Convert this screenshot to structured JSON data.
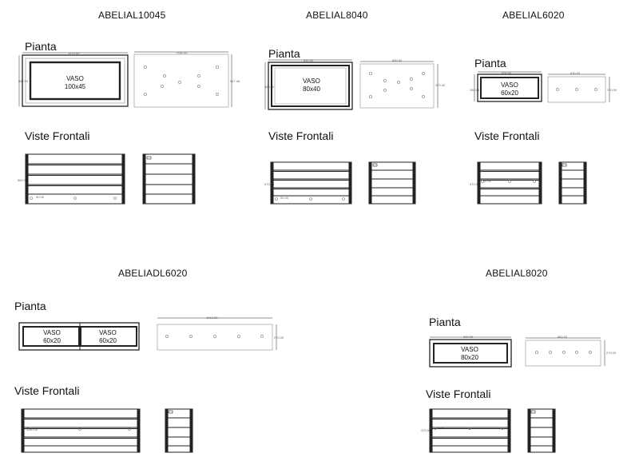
{
  "products": [
    {
      "code": "ABELIAL10045",
      "pianta_label": "Pianta",
      "frontali_label": "Viste Frontali",
      "vaso": [
        "VASO",
        "100x45"
      ],
      "dims": {
        "top": "1275.00",
        "left": "557.00",
        "plate_top": "1390.00",
        "plate_right": "547.46",
        "front_left": "560.00",
        "front_small": "50.00"
      }
    },
    {
      "code": "ABELIAL8040",
      "pianta_label": "Pianta",
      "frontali_label": "Viste Frontali",
      "vaso": [
        "VASO",
        "80x40"
      ],
      "dims": {
        "top": "832.00",
        "left": "480.00",
        "plate_top": "680.50",
        "plate_right": "470.40",
        "front_left": "470.00",
        "front_small": "50.00"
      }
    },
    {
      "code": "ABELIAL6020",
      "pianta_label": "Pianta",
      "frontali_label": "Viste Frontali",
      "vaso": [
        "VASO",
        "60x20"
      ],
      "dims": {
        "top": "600.00",
        "left": "280.00",
        "plate_top": "630.00",
        "plate_right": "270.00",
        "front_left": "470.00",
        "front_small": "50.00"
      }
    },
    {
      "code": "ABELIADL6020",
      "pianta_label": "Pianta",
      "frontali_label": "Viste Frontali",
      "vaso": [
        "VASO",
        "60x20"
      ],
      "vaso2": [
        "VASO",
        "60x20"
      ],
      "dims": {
        "plate_top": "1010.00",
        "plate_right": "270.00",
        "front_small": "50.00"
      }
    },
    {
      "code": "ABELIAL8020",
      "pianta_label": "Pianta",
      "frontali_label": "Viste Frontali",
      "vaso": [
        "VASO",
        "80x20"
      ],
      "dims": {
        "top": "830.00",
        "plate_top": "860.00",
        "plate_right": "270.00",
        "front_left": "470.00",
        "front_small": "50.00"
      }
    }
  ]
}
